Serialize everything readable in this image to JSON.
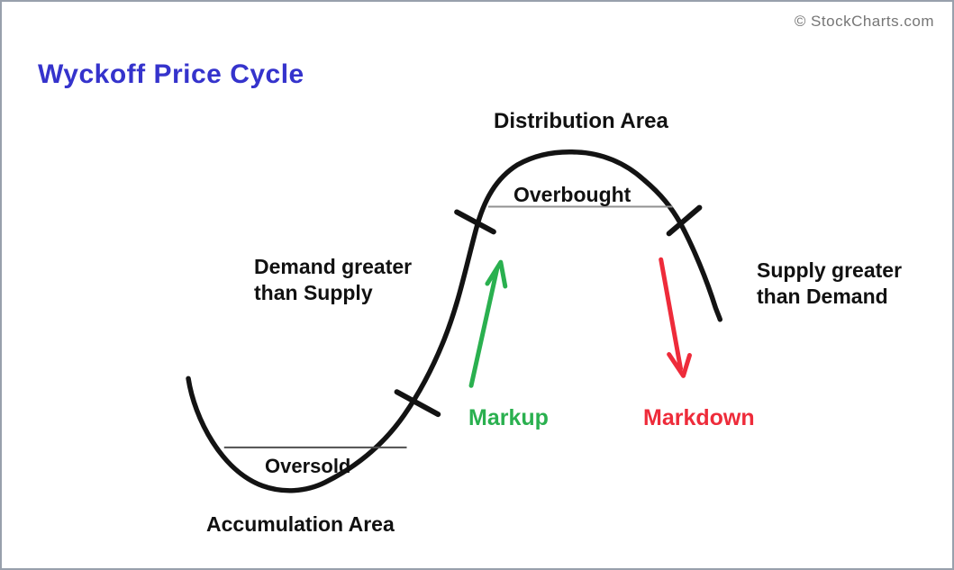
{
  "page": {
    "title": "Wyckoff Price Cycle",
    "credit": "© StockCharts.com"
  },
  "labels": {
    "distribution_area": "Distribution Area",
    "overbought": "Overbought",
    "demand_line1": "Demand greater",
    "demand_line2": "than Supply",
    "supply_line1": "Supply greater",
    "supply_line2": "than Demand",
    "markup": "Markup",
    "markdown": "Markdown",
    "oversold": "Oversold",
    "accumulation_area": "Accumulation Area"
  },
  "colors": {
    "title_blue": "#3533cc",
    "label_black": "#111111",
    "curve_black": "#131313",
    "markup_green": "#2ab04f",
    "markdown_red": "#ee2b3a",
    "range_line_gray": "#919191",
    "range_line_dark": "#4f4f4f",
    "credit_gray": "#767676",
    "border_gray": "#98a0ac"
  }
}
